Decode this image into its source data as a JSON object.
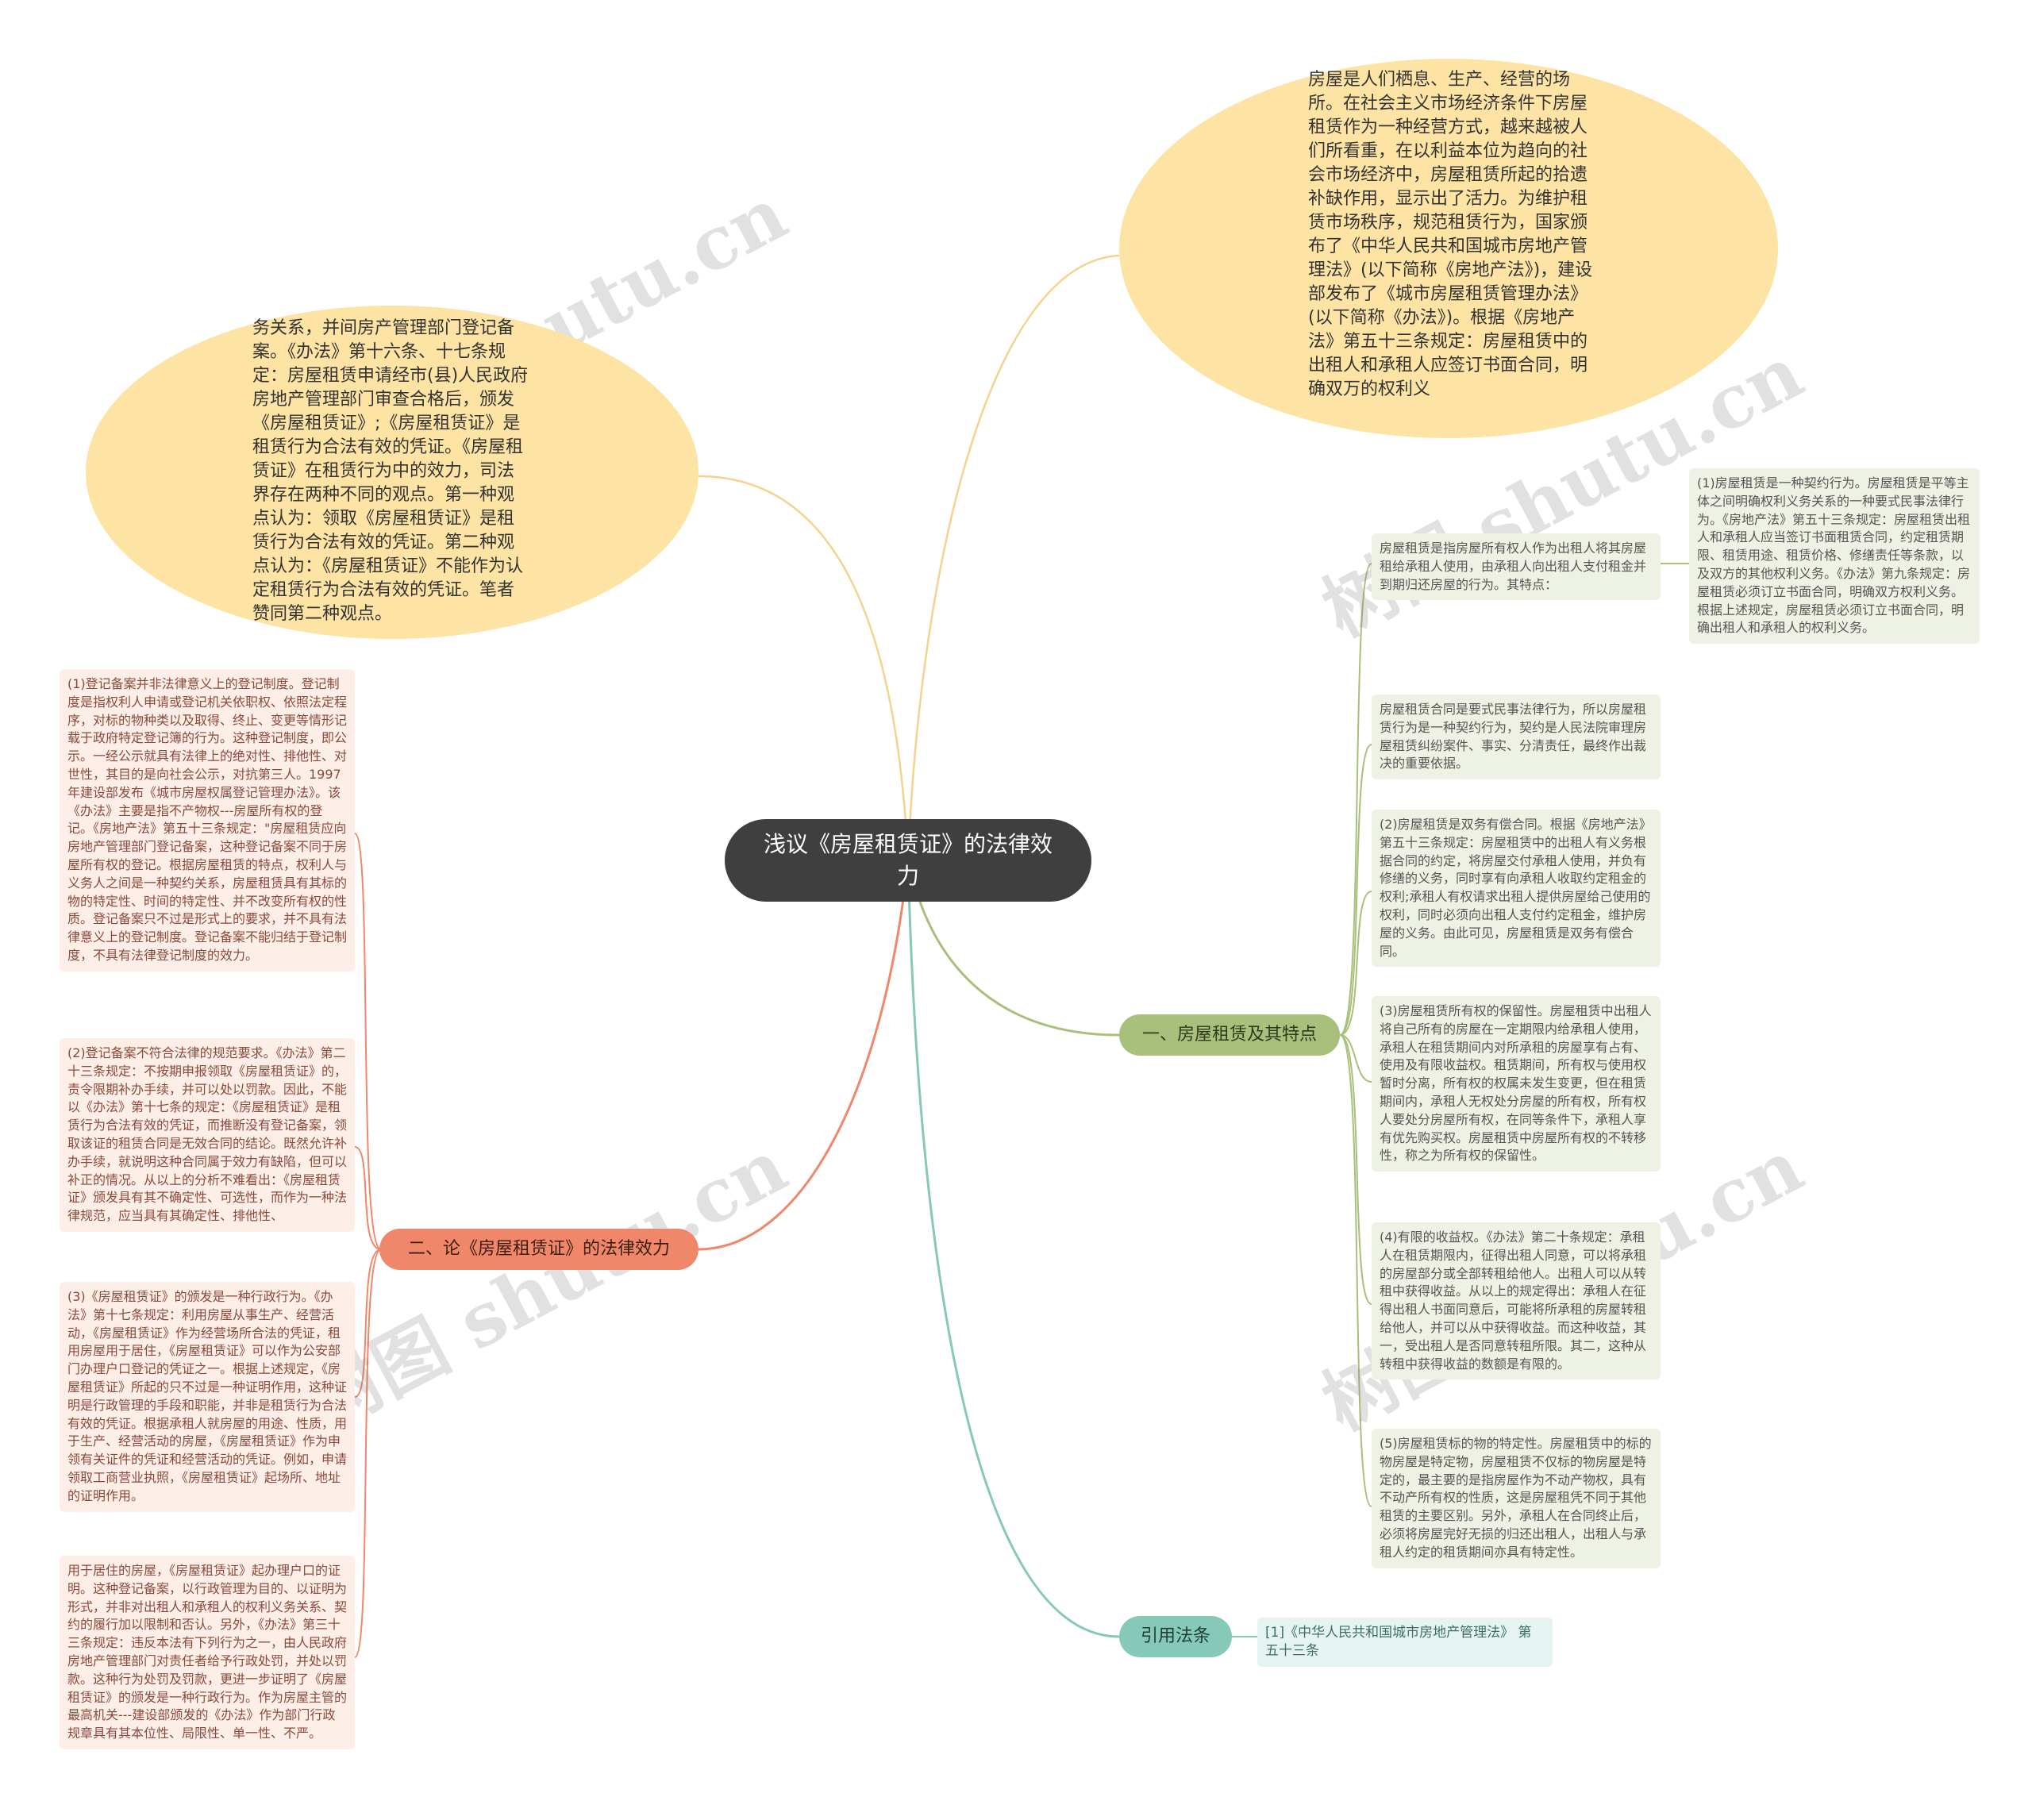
{
  "root": {
    "title": "浅议《房屋租赁证》的法律效力"
  },
  "bubbles": {
    "right": "房屋是人们栖息、生产、经营的场所。在社会主义市场经济条件下房屋租赁作为一种经营方式，越来越被人们所看重，在以利益本位为趋向的社会市场经济中，房屋租赁所起的拾遗补缺作用，显示出了活力。为维护租赁市场秩序，规范租赁行为，国家颁布了《中华人民共和国城市房地产管理法》(以下简称《房地产法》)，建设部发布了《城市房屋租赁管理办法》(以下简称《办法》)。根据《房地产法》第五十三条规定：房屋租赁中的出租人和承租人应签订书面合同，明确双万的权利义",
    "left": "务关系，并间房产管理部门登记备案。《办法》第十六条、十七条规定：房屋租赁申请经市(县)人民政府房地产管理部门审查合格后，颁发《房屋租赁证》;《房屋租赁证》是租赁行为合法有效的凭证。《房屋租赁证》在租赁行为中的效力，司法界存在两种不同的观点。第一种观点认为：领取《房屋租赁证》是租赁行为合法有效的凭证。第二种观点认为：《房屋租赁证》不能作为认定租赁行为合法有效的凭证。笔者赞同第二种观点。"
  },
  "branches": {
    "one": "一、房屋租赁及其特点",
    "two": "二、论《房屋租赁证》的法律效力",
    "ref": "引用法条"
  },
  "leaves_one": [
    "房屋租赁是指房屋所有权人作为出租人将其房屋租给承租人使用，由承租人向出租人支付租金并到期归还房屋的行为。其特点：",
    "房屋租赁合同是要式民事法律行为，所以房屋租赁行为是一种契约行为，契约是人民法院审理房屋租赁纠纷案件、事实、分清责任，最终作出裁决的重要依据。",
    "(2)房屋租赁是双务有偿合同。根据《房地产法》第五十三条规定：房屋租赁中的出租人有义务根据合同的约定，将房屋交付承租人使用，并负有修缮的义务，同时享有向承租人收取约定租金的权利;承租人有权请求出租人提供房屋给己使用的权利，同时必须向出租人支付约定租金，维护房屋的义务。由此可见，房屋租赁是双务有偿合同。",
    "(3)房屋租赁所有权的保留性。房屋租赁中出租人将自己所有的房屋在一定期限内给承租人使用，承租人在租赁期间内对所承租的房屋享有占有、使用及有限收益权。租赁期间，所有权与使用权暂时分离，所有权的权属未发生变更，但在租赁期间内，承租人无权处分房屋的所有权，所有权人要处分房屋所有权，在同等条件下，承租人享有优先购买权。房屋租赁中房屋所有权的不转移性，称之为所有权的保留性。",
    "(4)有限的收益权。《办法》第二十条规定：承租人在租赁期限内，征得出租人同意，可以将承租的房屋部分或全部转租给他人。出租人可以从转租中获得收益。从以上的规定得出：承租人在征得出租人书面同意后，可能将所承租的房屋转租给他人，并可以从中获得收益。而这种收益，其一，受出租人是否同意转租所限。其二，这种从转租中获得收益的数额是有限的。",
    "(5)房屋租赁标的物的特定性。房屋租赁中的标的物房屋是特定物，房屋租赁不仅标的物房屋是特定的，最主要的是指房屋作为不动产物权，具有不动产所有权的性质，这是房屋租凭不同于其他租赁的主要区别。另外，承租人在合同终止后，必须将房屋完好无损的归还出租人，出租人与承租人约定的租赁期间亦具有特定性。"
  ],
  "leaf_one_child": "(1)房屋租赁是一种契约行为。房屋租赁是平等主体之间明确权利义务关系的一种要式民事法律行为。《房地产法》第五十三条规定：房屋租赁出租人和承租人应当签订书面租赁合同，约定租赁期限、租赁用途、租赁价格、修缮责任等条款，以及双方的其他权利义务。《办法》第九条规定：房屋租赁必须订立书面合同，明确双方权利义务。根据上述规定，房屋租赁必须订立书面合同，明确出租人和承租人的权利义务。",
  "leaves_two": [
    "(1)登记备案并非法律意义上的登记制度。登记制度是指权利人申请或登记机关依职权、依照法定程序，对标的物种类以及取得、终止、变更等情形记载于政府特定登记簿的行为。这种登记制度，即公示。一经公示就具有法律上的绝对性、排他性、对世性，其目的是向社会公示，对抗第三人。1997年建设部发布《城市房屋权属登记管理办法》。该《办法》主要是指不产物权---房屋所有权的登记。《房地产法》第五十三条规定：\"房屋租赁应向房地产管理部门登记备案，这种登记备案不同于房屋所有权的登记。根据房屋租赁的特点，权利人与义务人之间是一种契约关系，房屋租赁具有其标的物的特定性、时间的特定性、并不改变所有权的性质。登记备案只不过是形式上的要求，并不具有法律意义上的登记制度。登记备案不能归结于登记制度，不具有法律登记制度的效力。",
    "(2)登记备案不符合法律的规范要求。《办法》第二十三条规定：不按期申报领取《房屋租赁证》的，责令限期补办手续，并可以处以罚款。因此，不能以《办法》第十七条的规定：《房屋租赁证》是租赁行为合法有效的凭证，而推断没有登记备案，领取该证的租赁合同是无效合同的结论。既然允许补办手续，就说明这种合同属于效力有缺陷，但可以补正的情况。从以上的分析不难看出：《房屋租赁证》颁发具有其不确定性、可选性，而作为一种法律规范，应当具有其确定性、排他性、",
    "(3)《房屋租赁证》的颁发是一种行政行为。《办法》第十七条规定：利用房屋从事生产、经营活动，《房屋租赁证》作为经营场所合法的凭证，租用房屋用于居住，《房屋租赁证》可以作为公安部门办理户口登记的凭证之一。根据上述规定，《房屋租赁证》所起的只不过是一种证明作用，这种证明是行政管理的手段和职能，并非是租赁行为合法有效的凭证。根据承租人就房屋的用途、性质，用于生产、经营活动的房屋，《房屋租赁证》作为申领有关证件的凭证和经营活动的凭证。例如，申请领取工商营业执照，《房屋租赁证》起场所、地址的证明作用。",
    "用于居住的房屋，《房屋租赁证》起办理户口的证明。这种登记备案，以行政管理为目的、以证明为形式，并非对出租人和承租人的权利义务关系、契约的履行加以限制和否认。另外，《办法》第三十三条规定：违反本法有下列行为之一，由人民政府房地产管理部门对责任者给予行政处罚，并处以罚款。这种行为处罚及罚款，更进一步证明了《房屋租赁证》的颁发是一种行政行为。作为房屋主管的最高机关---建设部颁发的《办法》作为部门行政规章具有其本位性、局限性、单一性、不严。"
  ],
  "ref_leaf": "[1]《中华人民共和国城市房地产管理法》 第五十三条",
  "watermark": "树图 shutu.cn",
  "colors": {
    "root": "#3f3f3f",
    "bubble": "#fde3a4",
    "green": "#a9bf7c",
    "orange": "#f0876a",
    "teal": "#86c9b9"
  }
}
